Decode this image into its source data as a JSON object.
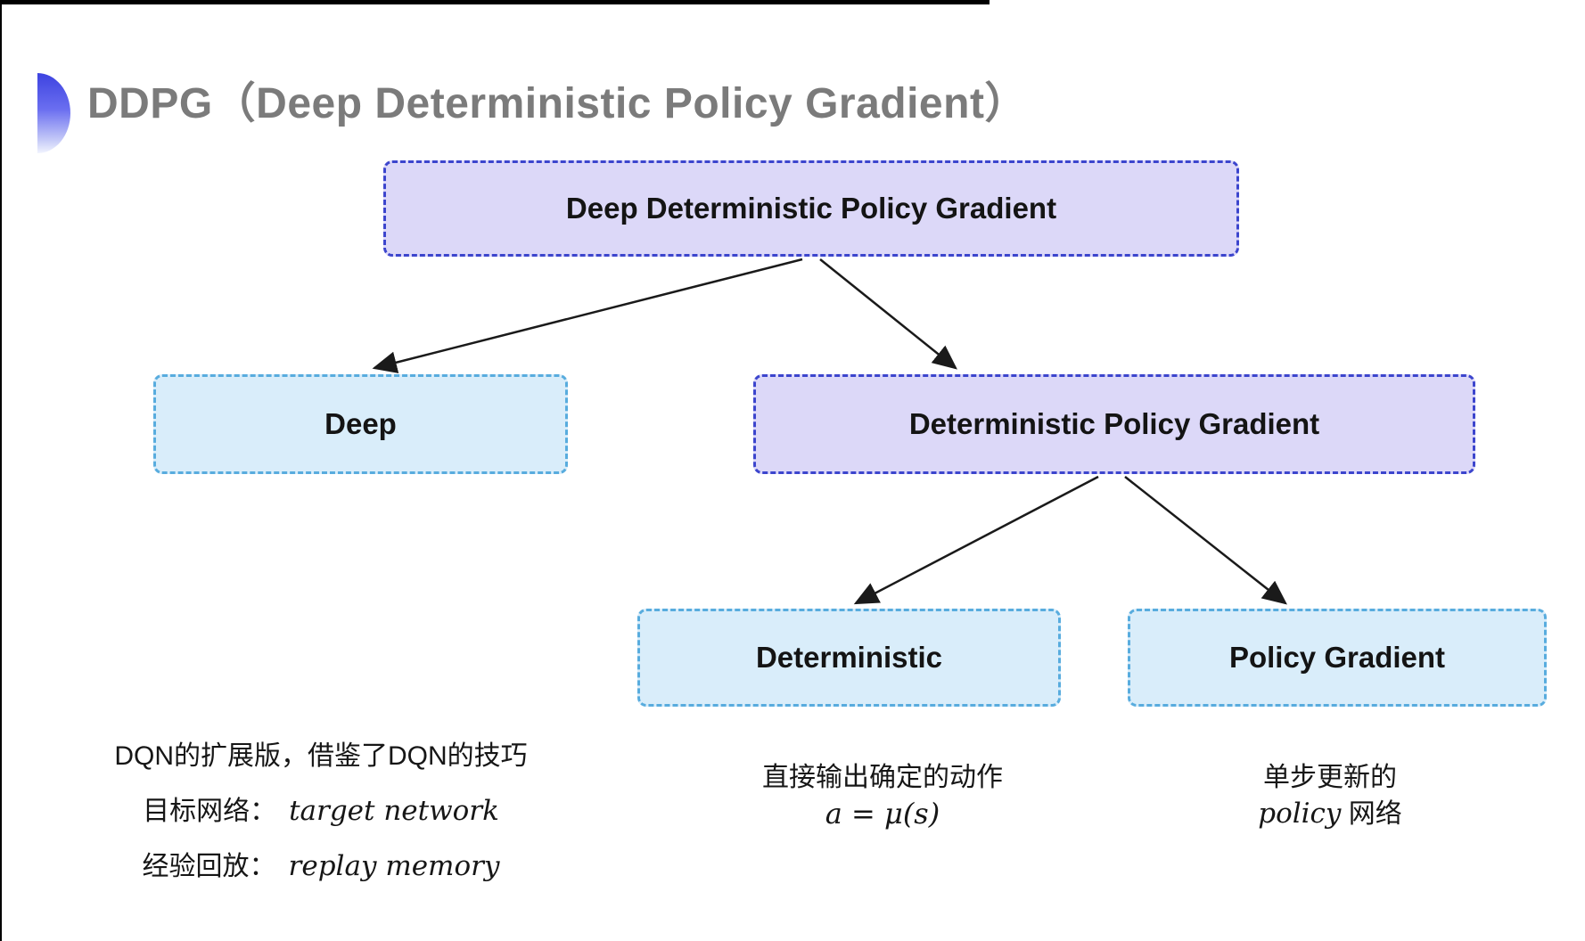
{
  "title": {
    "text": "DDPG（Deep Deterministic Policy Gradient）"
  },
  "tree": {
    "root": {
      "label": "Deep Deterministic Policy Gradient",
      "variant": "purple"
    },
    "level2": [
      {
        "label": "Deep",
        "variant": "cyan"
      },
      {
        "label": "Deterministic Policy Gradient",
        "variant": "purple"
      }
    ],
    "level3": [
      {
        "label": "Deterministic",
        "variant": "cyan"
      },
      {
        "label": "Policy Gradient",
        "variant": "cyan"
      }
    ]
  },
  "notes": {
    "deep": {
      "line1": "DQN的扩展版，借鉴了DQN的技巧",
      "line2_zh": "目标网络：",
      "line2_en": "target network",
      "line3_zh": "经验回放：",
      "line3_en": "replay memory"
    },
    "deterministic": {
      "line1": "直接输出确定的动作",
      "formula": "a = μ(s)"
    },
    "policy_gradient": {
      "line1": "单步更新的",
      "line2_en": "policy",
      "line2_zh": " 网络"
    }
  },
  "colors": {
    "purple_fill": "#dcd8f8",
    "purple_border": "#3c45cd",
    "cyan_fill": "#d9edfa",
    "cyan_border": "#58acde",
    "title_gray": "#7b7b7b",
    "text_dark": "#141414",
    "accent_blue": "#3d43e0",
    "arrow": "#1a1a1a"
  }
}
